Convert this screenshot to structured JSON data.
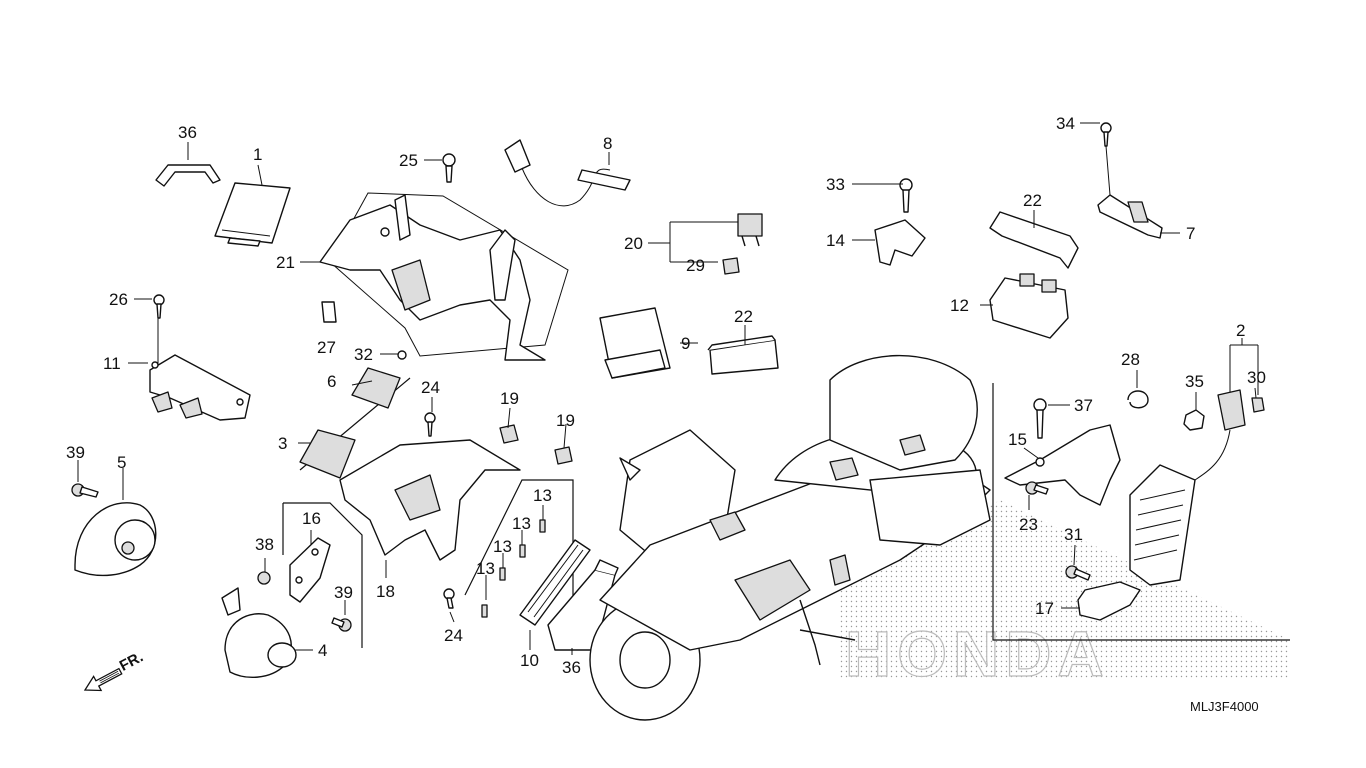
{
  "diagram_code": "MLJ3F4000",
  "front_indicator": "FR.",
  "watermark": "HONDA",
  "callouts": [
    {
      "id": "c36a",
      "label": "36"
    },
    {
      "id": "c1",
      "label": "1"
    },
    {
      "id": "c25",
      "label": "25"
    },
    {
      "id": "c8",
      "label": "8"
    },
    {
      "id": "c21",
      "label": "21"
    },
    {
      "id": "c26",
      "label": "26"
    },
    {
      "id": "c11",
      "label": "11"
    },
    {
      "id": "c27",
      "label": "27"
    },
    {
      "id": "c32",
      "label": "32"
    },
    {
      "id": "c20",
      "label": "20"
    },
    {
      "id": "c29",
      "label": "29"
    },
    {
      "id": "c9",
      "label": "9"
    },
    {
      "id": "c22a",
      "label": "22"
    },
    {
      "id": "c33",
      "label": "33"
    },
    {
      "id": "c14",
      "label": "14"
    },
    {
      "id": "c22b",
      "label": "22"
    },
    {
      "id": "c12",
      "label": "12"
    },
    {
      "id": "c34",
      "label": "34"
    },
    {
      "id": "c7",
      "label": "7"
    },
    {
      "id": "c6",
      "label": "6"
    },
    {
      "id": "c3",
      "label": "3"
    },
    {
      "id": "c24a",
      "label": "24"
    },
    {
      "id": "c19a",
      "label": "19"
    },
    {
      "id": "c19b",
      "label": "19"
    },
    {
      "id": "c39a",
      "label": "39"
    },
    {
      "id": "c5",
      "label": "5"
    },
    {
      "id": "c16",
      "label": "16"
    },
    {
      "id": "c38",
      "label": "38"
    },
    {
      "id": "c39b",
      "label": "39"
    },
    {
      "id": "c4",
      "label": "4"
    },
    {
      "id": "c18",
      "label": "18"
    },
    {
      "id": "c24b",
      "label": "24"
    },
    {
      "id": "c13a",
      "label": "13"
    },
    {
      "id": "c13b",
      "label": "13"
    },
    {
      "id": "c13c",
      "label": "13"
    },
    {
      "id": "c13d",
      "label": "13"
    },
    {
      "id": "c10",
      "label": "10"
    },
    {
      "id": "c36b",
      "label": "36"
    },
    {
      "id": "c2",
      "label": "2"
    },
    {
      "id": "c28",
      "label": "28"
    },
    {
      "id": "c35",
      "label": "35"
    },
    {
      "id": "c30",
      "label": "30"
    },
    {
      "id": "c37",
      "label": "37"
    },
    {
      "id": "c15",
      "label": "15"
    },
    {
      "id": "c23",
      "label": "23"
    },
    {
      "id": "c31",
      "label": "31"
    },
    {
      "id": "c17",
      "label": "17"
    }
  ]
}
